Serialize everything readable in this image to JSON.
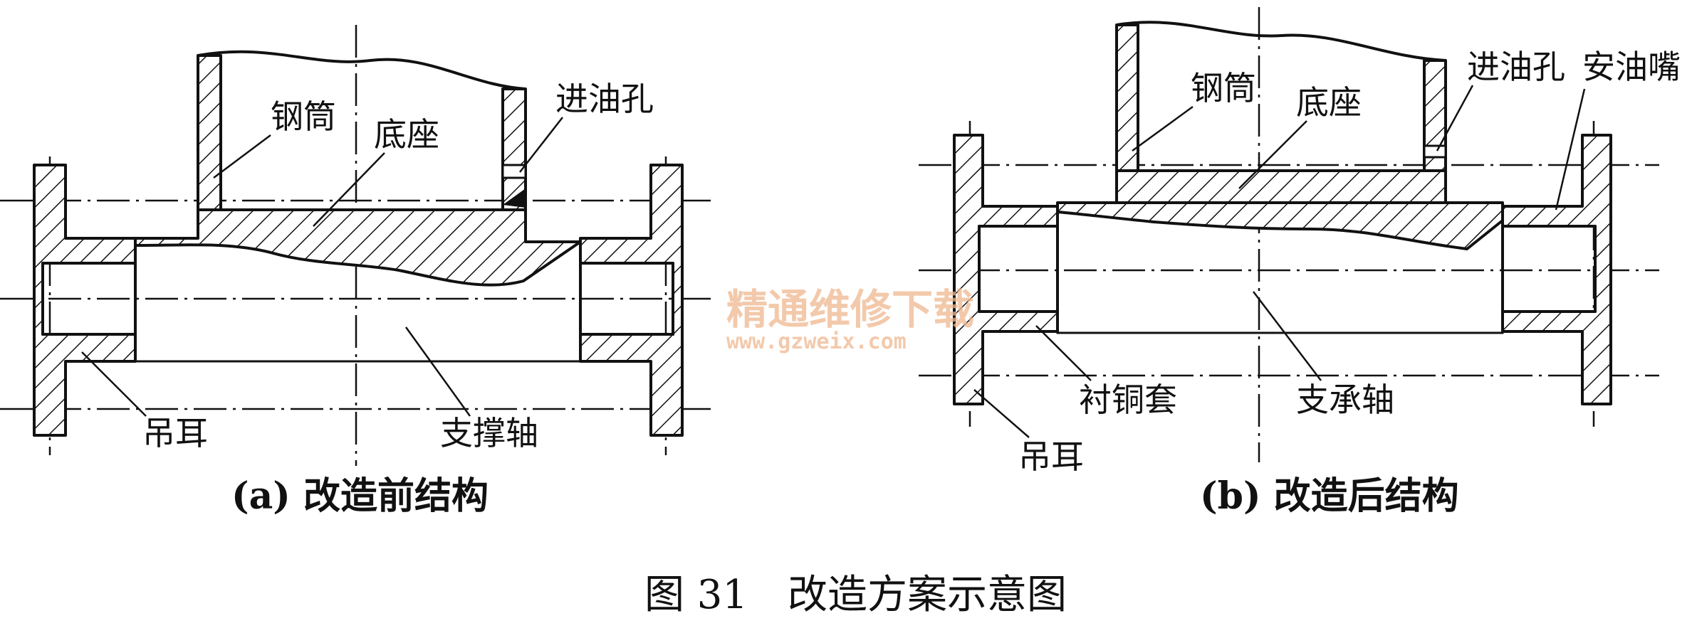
{
  "diagram_a": {
    "caption": "(a) 改造前结构",
    "labels": {
      "steel_tube": "钢筒",
      "base": "底座",
      "oil_hole": "进油孔",
      "lifting_lug": "吊耳",
      "support_shaft": "支撑轴"
    }
  },
  "diagram_b": {
    "caption": "(b) 改造后结构",
    "labels": {
      "steel_tube": "钢筒",
      "base": "底座",
      "oil_hole": "进油孔",
      "oil_nozzle": "安油嘴",
      "copper_liner": "衬铜套",
      "support_shaft": "支承轴",
      "lifting_lug": "吊耳"
    }
  },
  "figure_title": "图 31　改造方案示意图",
  "watermark": {
    "line1": "精通维修下载",
    "line2": "www.gzweix.com"
  }
}
